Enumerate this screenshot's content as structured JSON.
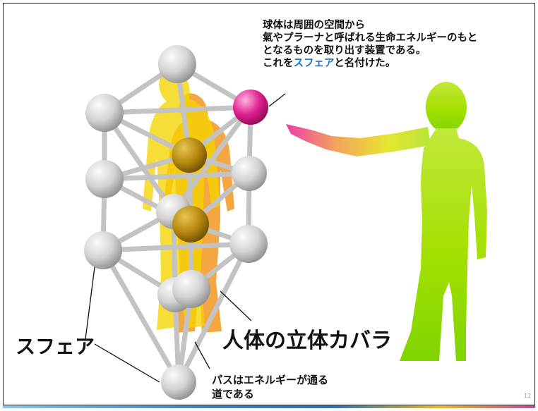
{
  "caption": {
    "line1": "球体は周囲の空間から",
    "line2": "氣やプラーナと呼ばれる生命エネルギーのもと",
    "line3": "となるものを取り出す装置である。",
    "line4_before": "これを",
    "line4_highlight": "スフェア",
    "line4_after": "と名付けた。"
  },
  "labels": {
    "body_model": "人体の立体カバラ",
    "sphere": "スフェア",
    "path_line1": "パスはエネルギーが通る",
    "path_line2": "道である"
  },
  "page_number": "12",
  "colors": {
    "highlight_text": "#1f6fc0",
    "sphere_gray": "#cfcfcf",
    "sphere_magenta": "#e0208f",
    "human_yellow": "#f5d400",
    "human_orange": "#f08a00",
    "pointer_gradient": [
      "#ee3ea8",
      "#c8e63a"
    ]
  }
}
